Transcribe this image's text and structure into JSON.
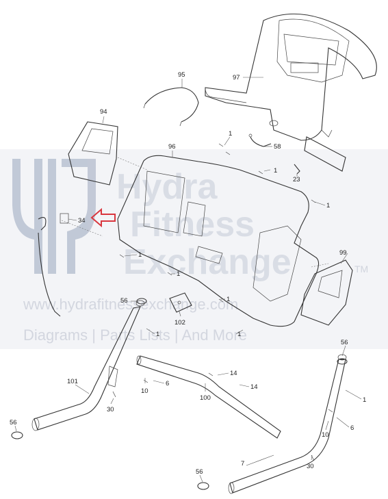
{
  "watermark": {
    "word1": "Hydra",
    "word2": "Fitness",
    "word3": "Exchange",
    "tm": "TM",
    "url": "www.hydrafitnessexchange.com",
    "tagline": "Diagrams | Parts Lists | And More",
    "band_color": "#c4cad6"
  },
  "callouts": {
    "c97": "97",
    "c95": "95",
    "c94": "94",
    "c96": "96",
    "c58": "58",
    "c23": "23",
    "c1a": "1",
    "c1b": "1",
    "c1c": "1",
    "c1d": "1",
    "c1e": "1",
    "c1f": "1",
    "c1g": "1",
    "c1h": "1",
    "c1i": "1",
    "c34": "34",
    "c99": "99",
    "c56a": "56",
    "c56b": "56",
    "c56c": "56",
    "c56d": "56",
    "c102": "102",
    "c101": "101",
    "c100": "100",
    "c14a": "14",
    "c14b": "14",
    "c10a": "10",
    "c10b": "10",
    "c6a": "6",
    "c6b": "6",
    "c30a": "30",
    "c30b": "30",
    "c7": "7"
  },
  "highlight_arrow_color": "#d9363e"
}
